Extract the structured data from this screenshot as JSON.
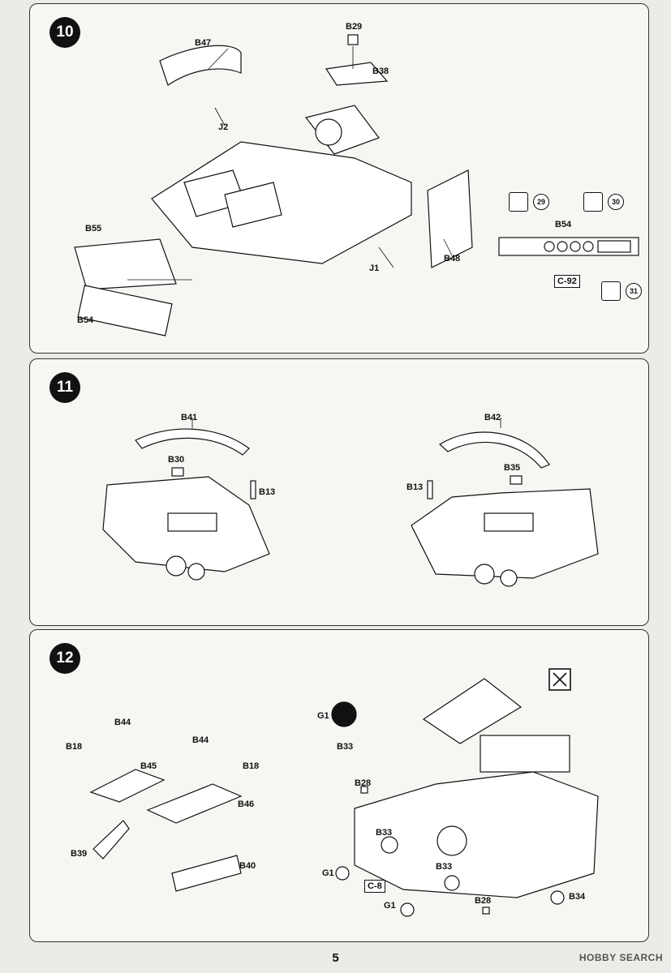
{
  "page_number": "5",
  "watermark": "HOBBY SEARCH",
  "steps": [
    {
      "number": "10",
      "parts": [
        "B29",
        "B38",
        "B47",
        "J2",
        "B55",
        "B54",
        "J1",
        "B48",
        "B54"
      ],
      "paint_refs": [
        "29",
        "30",
        "31"
      ],
      "ref_box": "C-92"
    },
    {
      "number": "11",
      "parts": [
        "B41",
        "B30",
        "B13",
        "B42",
        "B35",
        "B13"
      ]
    },
    {
      "number": "12",
      "parts": [
        "B44",
        "B18",
        "B45",
        "B39",
        "B44",
        "B18",
        "B46",
        "B40",
        "G1",
        "B33",
        "B28",
        "B33",
        "G1",
        "C-8",
        "B33",
        "G1",
        "B28",
        "B34"
      ]
    }
  ]
}
